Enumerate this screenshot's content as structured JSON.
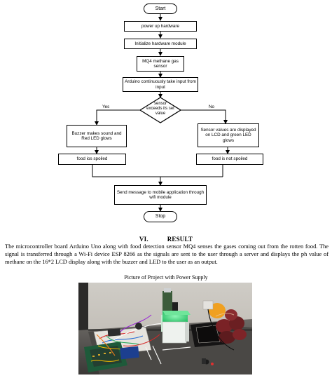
{
  "flowchart": {
    "start": "Start",
    "power_up": "power up hardware",
    "init": "Initialize hardware module",
    "sensor": "MQ4 methane gas sensor",
    "arduino": "Arduino continuously take input from input",
    "decision": "sensor exceeds its set value",
    "yes_label": "Yes",
    "no_label": "No",
    "buzzer": "Buzzer makes sound and Red LED glows",
    "lcd": "Sensor values are displayed on LCD and green LED glows",
    "spoiled": "food ios spoiled",
    "not_spoiled": "food is not spoiled",
    "send": "Send message to mobile application through wifi module",
    "stop": "Stop"
  },
  "section": {
    "number": "VI.",
    "title": "RESULT"
  },
  "paragraph": "The microcontroller board Arduino Uno along with food detection sensor MQ4 senses the gases coming  out from the rotten food. The signal is transferred through a Wi-Fi device ESP 8266 as the signals are sent to the user through a server and displays the ph value of methane on the 16*2 LCD display along with the buzzer and LED to the user as an output.",
  "figure": {
    "caption": "Picture of Project with Power Supply"
  },
  "colors": {
    "led_green": "#3fcf7a",
    "onion": "#6b1f22",
    "fruit": "#f0a020",
    "wall": "#c8c5c0"
  }
}
